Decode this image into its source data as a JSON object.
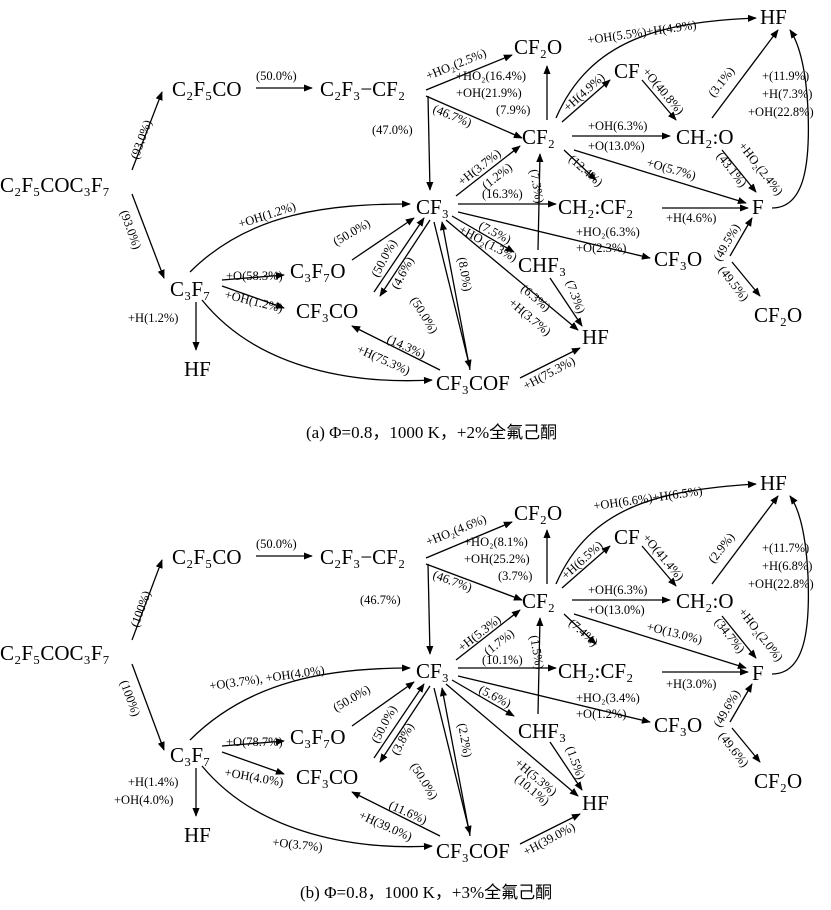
{
  "panels": [
    {
      "caption": "(a) Φ=0.8，1000 K，+2%全氟己酮",
      "nodes": {
        "c2f5coc3f7": "C₂F₅COC₃F₇",
        "c2f5co": "C₂F₅CO",
        "c2f3cf2": "C₂F₃−CF₂",
        "c3f7": "C₃F₇",
        "cf3": "CF₃",
        "cf2": "CF₂",
        "cf2o_top": "CF₂O",
        "cf": "CF",
        "ch2o": "CH₂:O",
        "hf_top": "HF",
        "f": "F",
        "ch2cf2": "CH₂:CF₂",
        "chf3": "CHF₃",
        "cf3o": "CF₃O",
        "cf2o_right": "CF₂O",
        "c3f7o": "C₃F₇O",
        "cf3co": "CF₃CO",
        "cf3cof": "CF₃COF",
        "hf_left": "HF",
        "hf_mid": "HF"
      },
      "labels": {
        "k_to_c2f5co": "(93.0%)",
        "k_to_c3f7": "(93.0%)",
        "c2f5co_to_c2f3": "(50.0%)",
        "c2f3_to_cf3": "(47.0%)",
        "c2f3_to_cf2": "(46.7%)",
        "cf2o_ho2": "+HO₂(2.5%)",
        "cf2o_ho2b": "+HO₂(16.4%)",
        "cf2o_oh": "+OH(21.9%)",
        "cf2o_pct": "(7.9%)",
        "hf_arc": "+OH(5.5%)+H(4.9%)",
        "cf2_cf": "+H(4.9%)",
        "cf_ch2o": "+O(40.8%)",
        "cf2_ch2o_oh": "+OH(6.3%)",
        "cf2_ch2o_o": "+O(13.0%)",
        "ch2o_hf": "(3.1%)",
        "hf_side1": "+(11.9%)",
        "hf_side2": "+H(7.3%)",
        "hf_side3": "+OH(22.8%)",
        "ch2o_f_a": "(43.1%)",
        "ch2o_f_b": "+HO₂(2.4%)",
        "cf2_f": "+O(5.7%)",
        "ch2cf2_f": "+H(4.6%)",
        "cf2_ch2cf2": "(12.4%)",
        "cf2_chf3": "(7.3%)",
        "cf3_cf2_h": "+H(3.7%)",
        "cf3_cf2": "(1.2%)",
        "cf3_ch2cf2": "(16.3%)",
        "cf3_cf3o_ho2": "+HO₂(6.3%)",
        "cf3_cf3o_o": "+O(2.3%)",
        "cf3_chf3_a": "(7.5%)",
        "cf3_chf3_b": "+HO₂(1.3%)",
        "cf3_hf": "(6.3%)",
        "cf3_hf_b": "+H(3.7%)",
        "chf3_hf": "(7.3%)",
        "f_cf2o_a": "(49.5%)",
        "f_cf2o_b": "(49.5%)",
        "c3f7_cf3_oh": "+OH(1.2%)",
        "c3f7o_cf3": "(50.0%)",
        "c3f7_c3f7o_o": "+O(58.3%)",
        "c3f7_c3f7o_oh": "+OH(1.2%)",
        "c3f7_hf": "+H(1.2%)",
        "cf3co_cf3_a": "(50.0%)",
        "cf3_cf3co_b": "(4.6%)",
        "cf3_cf3cof_a": "(50.0%)",
        "cf3cof_cf3": "(8.0%)",
        "cf3co_cf3cof_a": "(14.3%)",
        "cf3co_cf3cof_b": "+H(75.3%)",
        "cf3cof_hf": "+H(75.3%)"
      }
    },
    {
      "caption": "(b) Φ=0.8，1000 K，+3%全氟己酮",
      "nodes": {
        "c2f5coc3f7": "C₂F₅COC₃F₇",
        "c2f5co": "C₂F₅CO",
        "c2f3cf2": "C₂F₃−CF₂",
        "c3f7": "C₃F₇",
        "cf3": "CF₃",
        "cf2": "CF₂",
        "cf2o_top": "CF₂O",
        "cf": "CF",
        "ch2o": "CH₂:O",
        "hf_top": "HF",
        "f": "F",
        "ch2cf2": "CH₂:CF₂",
        "chf3": "CHF₃",
        "cf3o": "CF₃O",
        "cf2o_right": "CF₂O",
        "c3f7o": "C₃F₇O",
        "cf3co": "CF₃CO",
        "cf3cof": "CF₃COF",
        "hf_left": "HF",
        "hf_mid": "HF"
      },
      "labels": {
        "k_to_c2f5co": "(100%)",
        "k_to_c3f7": "(100%)",
        "c2f5co_to_c2f3": "(50.0%)",
        "c2f3_to_cf3": "(46.7%)",
        "c2f3_to_cf2": "(46.7%)",
        "cf2o_ho2": "+HO₂(4.6%)",
        "cf2o_ho2b": "+HO₂(8.1%)",
        "cf2o_oh": "+OH(25.2%)",
        "cf2o_pct": "(3.7%)",
        "hf_arc": "+OH(6.6%)+H(6.5%)",
        "cf2_cf": "+H(6.5%)",
        "cf_ch2o": "+O(41.4%)",
        "cf2_ch2o_oh": "+OH(6.3%)",
        "cf2_ch2o_o": "+O(13.0%)",
        "ch2o_hf": "(2.9%)",
        "hf_side1": "+(11.7%)",
        "hf_side2": "+H(6.8%)",
        "hf_side3": "+OH(22.8%)",
        "ch2o_f_a": "(34.7%)",
        "ch2o_f_b": "+HO₂(2.0%)",
        "cf2_f": "+O(13.0%)",
        "ch2cf2_f": "+H(3.0%)",
        "cf2_ch2cf2": "(7.4%)",
        "cf2_chf3": "(1.5%)",
        "cf3_cf2_h": "+H(5.3%)",
        "cf3_cf2": "(1.7%)",
        "cf3_ch2cf2": "(10.1%)",
        "cf3_cf3o_ho2": "+HO₂(3.4%)",
        "cf3_cf3o_o": "+O(1.2%)",
        "cf3_chf3_a": "(5.6%)",
        "cf3_chf3_b": "",
        "cf3_hf": "(10.1%)",
        "cf3_hf_b": "+H(5.3%)",
        "chf3_hf": "(1.5%)",
        "f_cf2o_a": "(49.6%)",
        "f_cf2o_b": "(49.6%)",
        "c3f7_cf3_oh": "+O(3.7%), +OH(4.0%)",
        "c3f7o_cf3": "(50.0%)",
        "c3f7_c3f7o_o": "+O(78.7%)",
        "c3f7_c3f7o_oh": "+OH(4.0%)",
        "c3f7_hf": "+H(1.4%)",
        "c3f7_hf_b": "+OH(4.0%)",
        "c3f7_cf3cof": "+O(3.7%)",
        "cf3co_cf3_a": "(50.0%)",
        "cf3_cf3co_b": "(3.8%)",
        "cf3_cf3cof_a": "(50.0%)",
        "cf3cof_cf3": "(2.2%)",
        "cf3co_cf3cof_a": "(11.6%)",
        "cf3co_cf3cof_b": "+H(39.0%)",
        "cf3cof_hf": "+H(39.0%)"
      }
    }
  ]
}
